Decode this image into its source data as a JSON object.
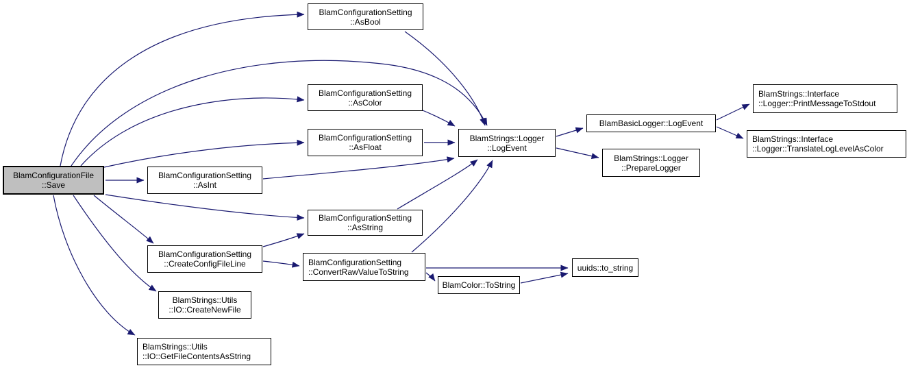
{
  "diagram": {
    "kind": "call-graph",
    "colors": {
      "edge": "#191970",
      "node_border": "#000000",
      "node_fill": "#ffffff",
      "highlight_fill": "#bfbfbf",
      "background": "#ffffff",
      "text": "#000000"
    },
    "nodes": {
      "save": {
        "label": "BlamConfigurationFile\n::Save",
        "highlighted": true
      },
      "as_bool": {
        "label": "BlamConfigurationSetting\n::AsBool"
      },
      "as_color": {
        "label": "BlamConfigurationSetting\n::AsColor"
      },
      "as_float": {
        "label": "BlamConfigurationSetting\n::AsFloat"
      },
      "as_int": {
        "label": "BlamConfigurationSetting\n::AsInt"
      },
      "as_string": {
        "label": "BlamConfigurationSetting\n::AsString"
      },
      "create_config_file_line": {
        "label": "BlamConfigurationSetting\n::CreateConfigFileLine"
      },
      "create_new_file": {
        "label": "BlamStrings::Utils\n::IO::CreateNewFile"
      },
      "get_file_contents": {
        "label": "BlamStrings::Utils\n::IO::GetFileContentsAsString"
      },
      "log_event": {
        "label": "BlamStrings::Logger\n::LogEvent"
      },
      "basic_log_event": {
        "label": "BlamBasicLogger::LogEvent"
      },
      "prepare_logger": {
        "label": "BlamStrings::Logger\n::PrepareLogger"
      },
      "print_message": {
        "label": "BlamStrings::Interface\n::Logger::PrintMessageToStdout"
      },
      "translate_log_level": {
        "label": "BlamStrings::Interface\n::Logger::TranslateLogLevelAsColor"
      },
      "convert_raw_value": {
        "label": "BlamConfigurationSetting\n::ConvertRawValueToString"
      },
      "blamcolor_to_string": {
        "label": "BlamColor::ToString"
      },
      "uuids_to_string": {
        "label": "uuids::to_string"
      }
    },
    "edges": [
      {
        "from": "save",
        "to": "as_bool"
      },
      {
        "from": "save",
        "to": "log_event"
      },
      {
        "from": "save",
        "to": "as_color"
      },
      {
        "from": "save",
        "to": "as_float"
      },
      {
        "from": "save",
        "to": "as_int"
      },
      {
        "from": "save",
        "to": "as_string"
      },
      {
        "from": "save",
        "to": "create_config_file_line"
      },
      {
        "from": "save",
        "to": "create_new_file"
      },
      {
        "from": "save",
        "to": "get_file_contents"
      },
      {
        "from": "as_bool",
        "to": "log_event"
      },
      {
        "from": "as_color",
        "to": "log_event"
      },
      {
        "from": "as_float",
        "to": "log_event"
      },
      {
        "from": "as_int",
        "to": "log_event"
      },
      {
        "from": "as_string",
        "to": "log_event"
      },
      {
        "from": "create_config_file_line",
        "to": "as_string"
      },
      {
        "from": "create_config_file_line",
        "to": "convert_raw_value"
      },
      {
        "from": "convert_raw_value",
        "to": "log_event"
      },
      {
        "from": "convert_raw_value",
        "to": "uuids_to_string"
      },
      {
        "from": "convert_raw_value",
        "to": "blamcolor_to_string"
      },
      {
        "from": "blamcolor_to_string",
        "to": "uuids_to_string"
      },
      {
        "from": "log_event",
        "to": "basic_log_event"
      },
      {
        "from": "log_event",
        "to": "prepare_logger"
      },
      {
        "from": "basic_log_event",
        "to": "print_message"
      },
      {
        "from": "basic_log_event",
        "to": "translate_log_level"
      }
    ]
  }
}
